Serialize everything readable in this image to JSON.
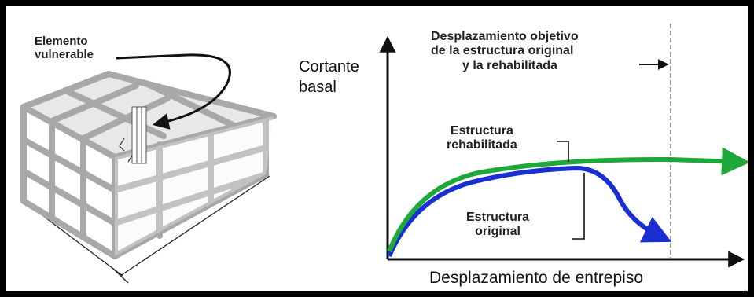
{
  "building": {
    "label_line1": "Elemento",
    "label_line2": "vulnerable"
  },
  "chart": {
    "ylabel_line1": "Cortante",
    "ylabel_line2": "basal",
    "xlabel": "Desplazamiento de entrepiso",
    "target_line1": "Desplazamiento objetivo",
    "target_line2": "de la estructura original",
    "target_line3": "y la rehabilitada",
    "rehab_line1": "Estructura",
    "rehab_line2": "rehabilitada",
    "orig_line1": "Estructura",
    "orig_line2": "original"
  },
  "colors": {
    "rehab": "#1fa83a",
    "original": "#1a2fd1",
    "frame": "#000000"
  },
  "curves": [
    {
      "name": "Estructura rehabilitada",
      "color": "green"
    },
    {
      "name": "Estructura original",
      "color": "blue"
    }
  ]
}
